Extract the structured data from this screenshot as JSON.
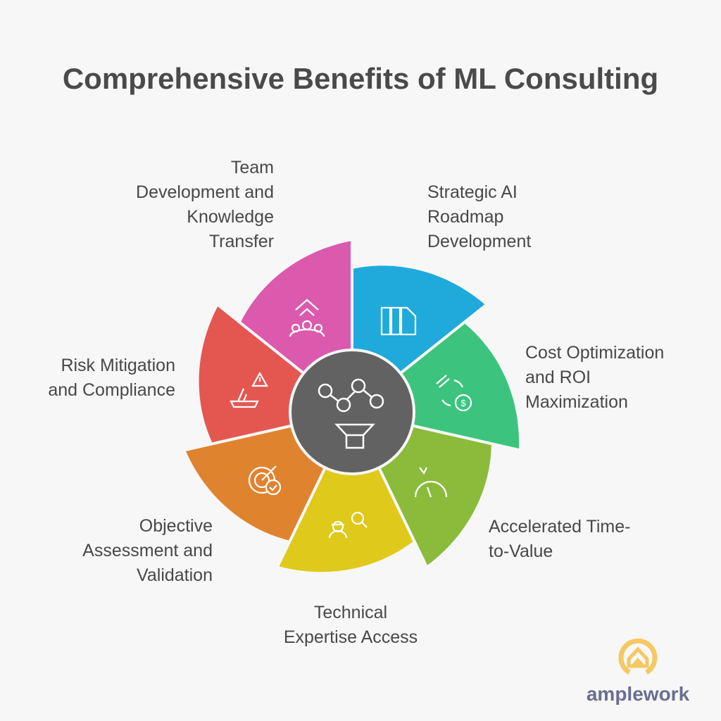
{
  "title": "Comprehensive Benefits of ML Consulting",
  "segments": [
    {
      "label": "Strategic AI\nRoadmap\nDevelopment",
      "color": "#1faadb",
      "icon": "roadmap-columns-icon"
    },
    {
      "label": "Cost Optimization\nand ROI\nMaximization",
      "color": "#3cc47f",
      "icon": "cost-cycle-dollar-icon"
    },
    {
      "label": "Accelerated Time-\nto-Value",
      "color": "#8bbb3a",
      "icon": "speedometer-icon"
    },
    {
      "label": "Technical\nExpertise Access",
      "color": "#dfc91a",
      "icon": "engineer-search-icon"
    },
    {
      "label": "Objective\nAssessment and\nValidation",
      "color": "#e0832f",
      "icon": "target-check-icon"
    },
    {
      "label": "Risk Mitigation\nand Compliance",
      "color": "#e45751",
      "icon": "warning-ship-icon"
    },
    {
      "label": "Team\nDevelopment and\nKnowledge\nTransfer",
      "color": "#db5aad",
      "icon": "team-growth-icon"
    }
  ],
  "center": {
    "color": "#626262",
    "icon": "ml-graph-funnel-icon"
  },
  "logo": {
    "text": "amplework",
    "color": "#f5c862"
  }
}
